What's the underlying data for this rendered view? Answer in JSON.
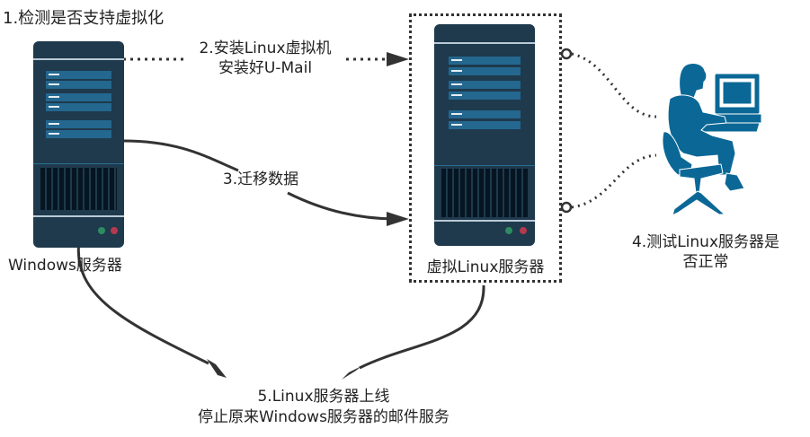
{
  "steps": {
    "step1": "1.检测是否支持虚拟化",
    "step2_line1": "2.安装Linux虚拟机",
    "step2_line2": "安装好U-Mail",
    "step3": "3.迁移数据",
    "step4_line1": "4.测试Linux服务器是",
    "step4_line2": "否正常",
    "step5_line1": "5.Linux服务器上线",
    "step5_line2": "停止原来Windows服务器的邮件服务"
  },
  "nodes": {
    "windows_server": {
      "label": "Windows服务器",
      "icon": "server-tower-icon"
    },
    "virtual_linux_server": {
      "label": "虚拟Linux服务器",
      "icon": "server-tower-icon"
    },
    "tester": {
      "icon": "person-at-computer-icon"
    }
  },
  "colors": {
    "server_body": "#1e3a4c",
    "server_slot": "#24678f",
    "led_green": "#2e8b62",
    "led_red": "#b5394f",
    "person": "#0b6896",
    "connector": "#333333"
  }
}
